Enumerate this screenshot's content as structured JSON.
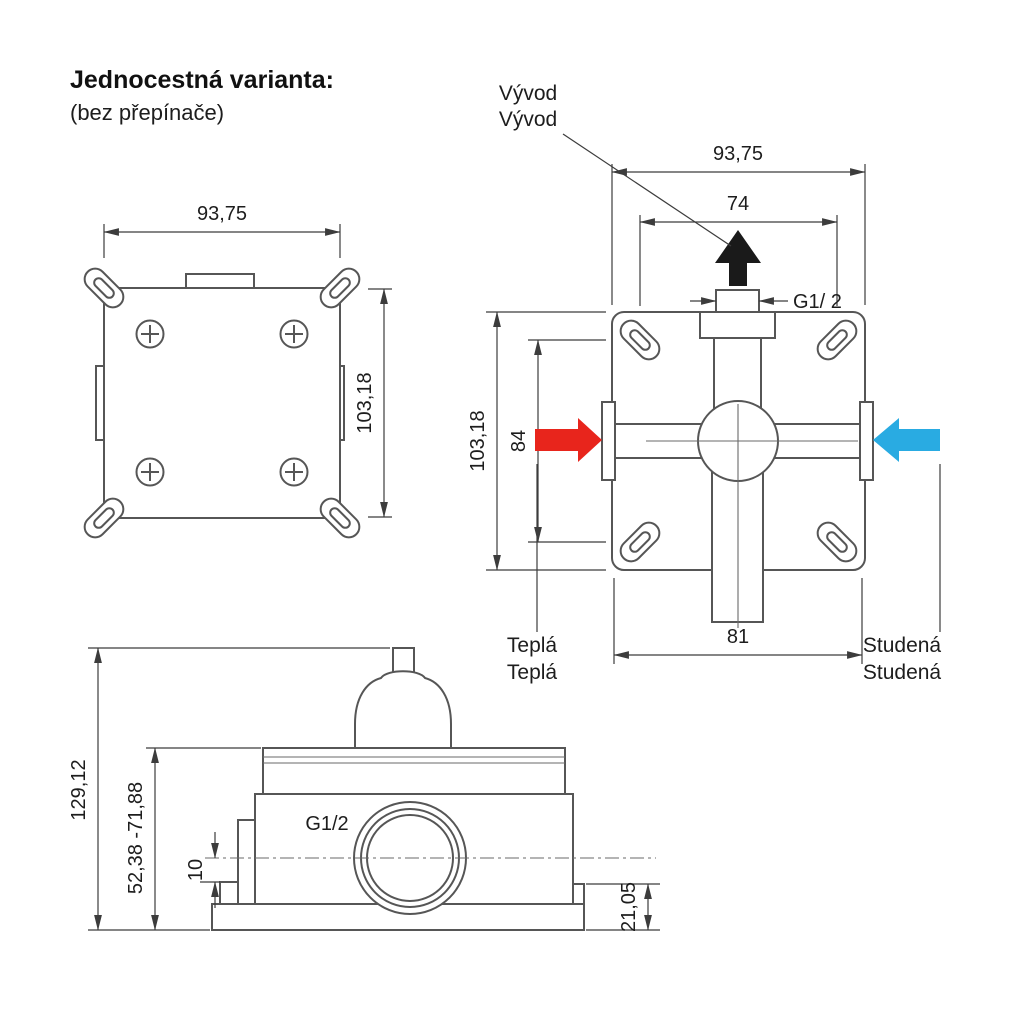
{
  "title": "Jednocestná varianta:",
  "subtitle": "(bez přepínače)",
  "colors": {
    "hot": "#e8251c",
    "cold": "#29abe2",
    "outlet": "#1a1a1a"
  },
  "front_view": {
    "width": "93,75",
    "height": "103,18"
  },
  "flow_view": {
    "outlet_label_1": "Vývod",
    "outlet_label_2": "Vývod",
    "width": "93,75",
    "outlet_spacing": "74",
    "thread": "G1/ 2",
    "height": "103,18",
    "inner_height": "84",
    "bottom_width": "81",
    "hot_label_1": "Teplá",
    "hot_label_2": "Teplá",
    "cold_label_1": "Studená",
    "cold_label_2": "Studená"
  },
  "side_view": {
    "total_height": "129,12",
    "depth_range": "52,38 -71,88",
    "step": "10",
    "thread": "G1/2",
    "base_height": "21,05"
  }
}
